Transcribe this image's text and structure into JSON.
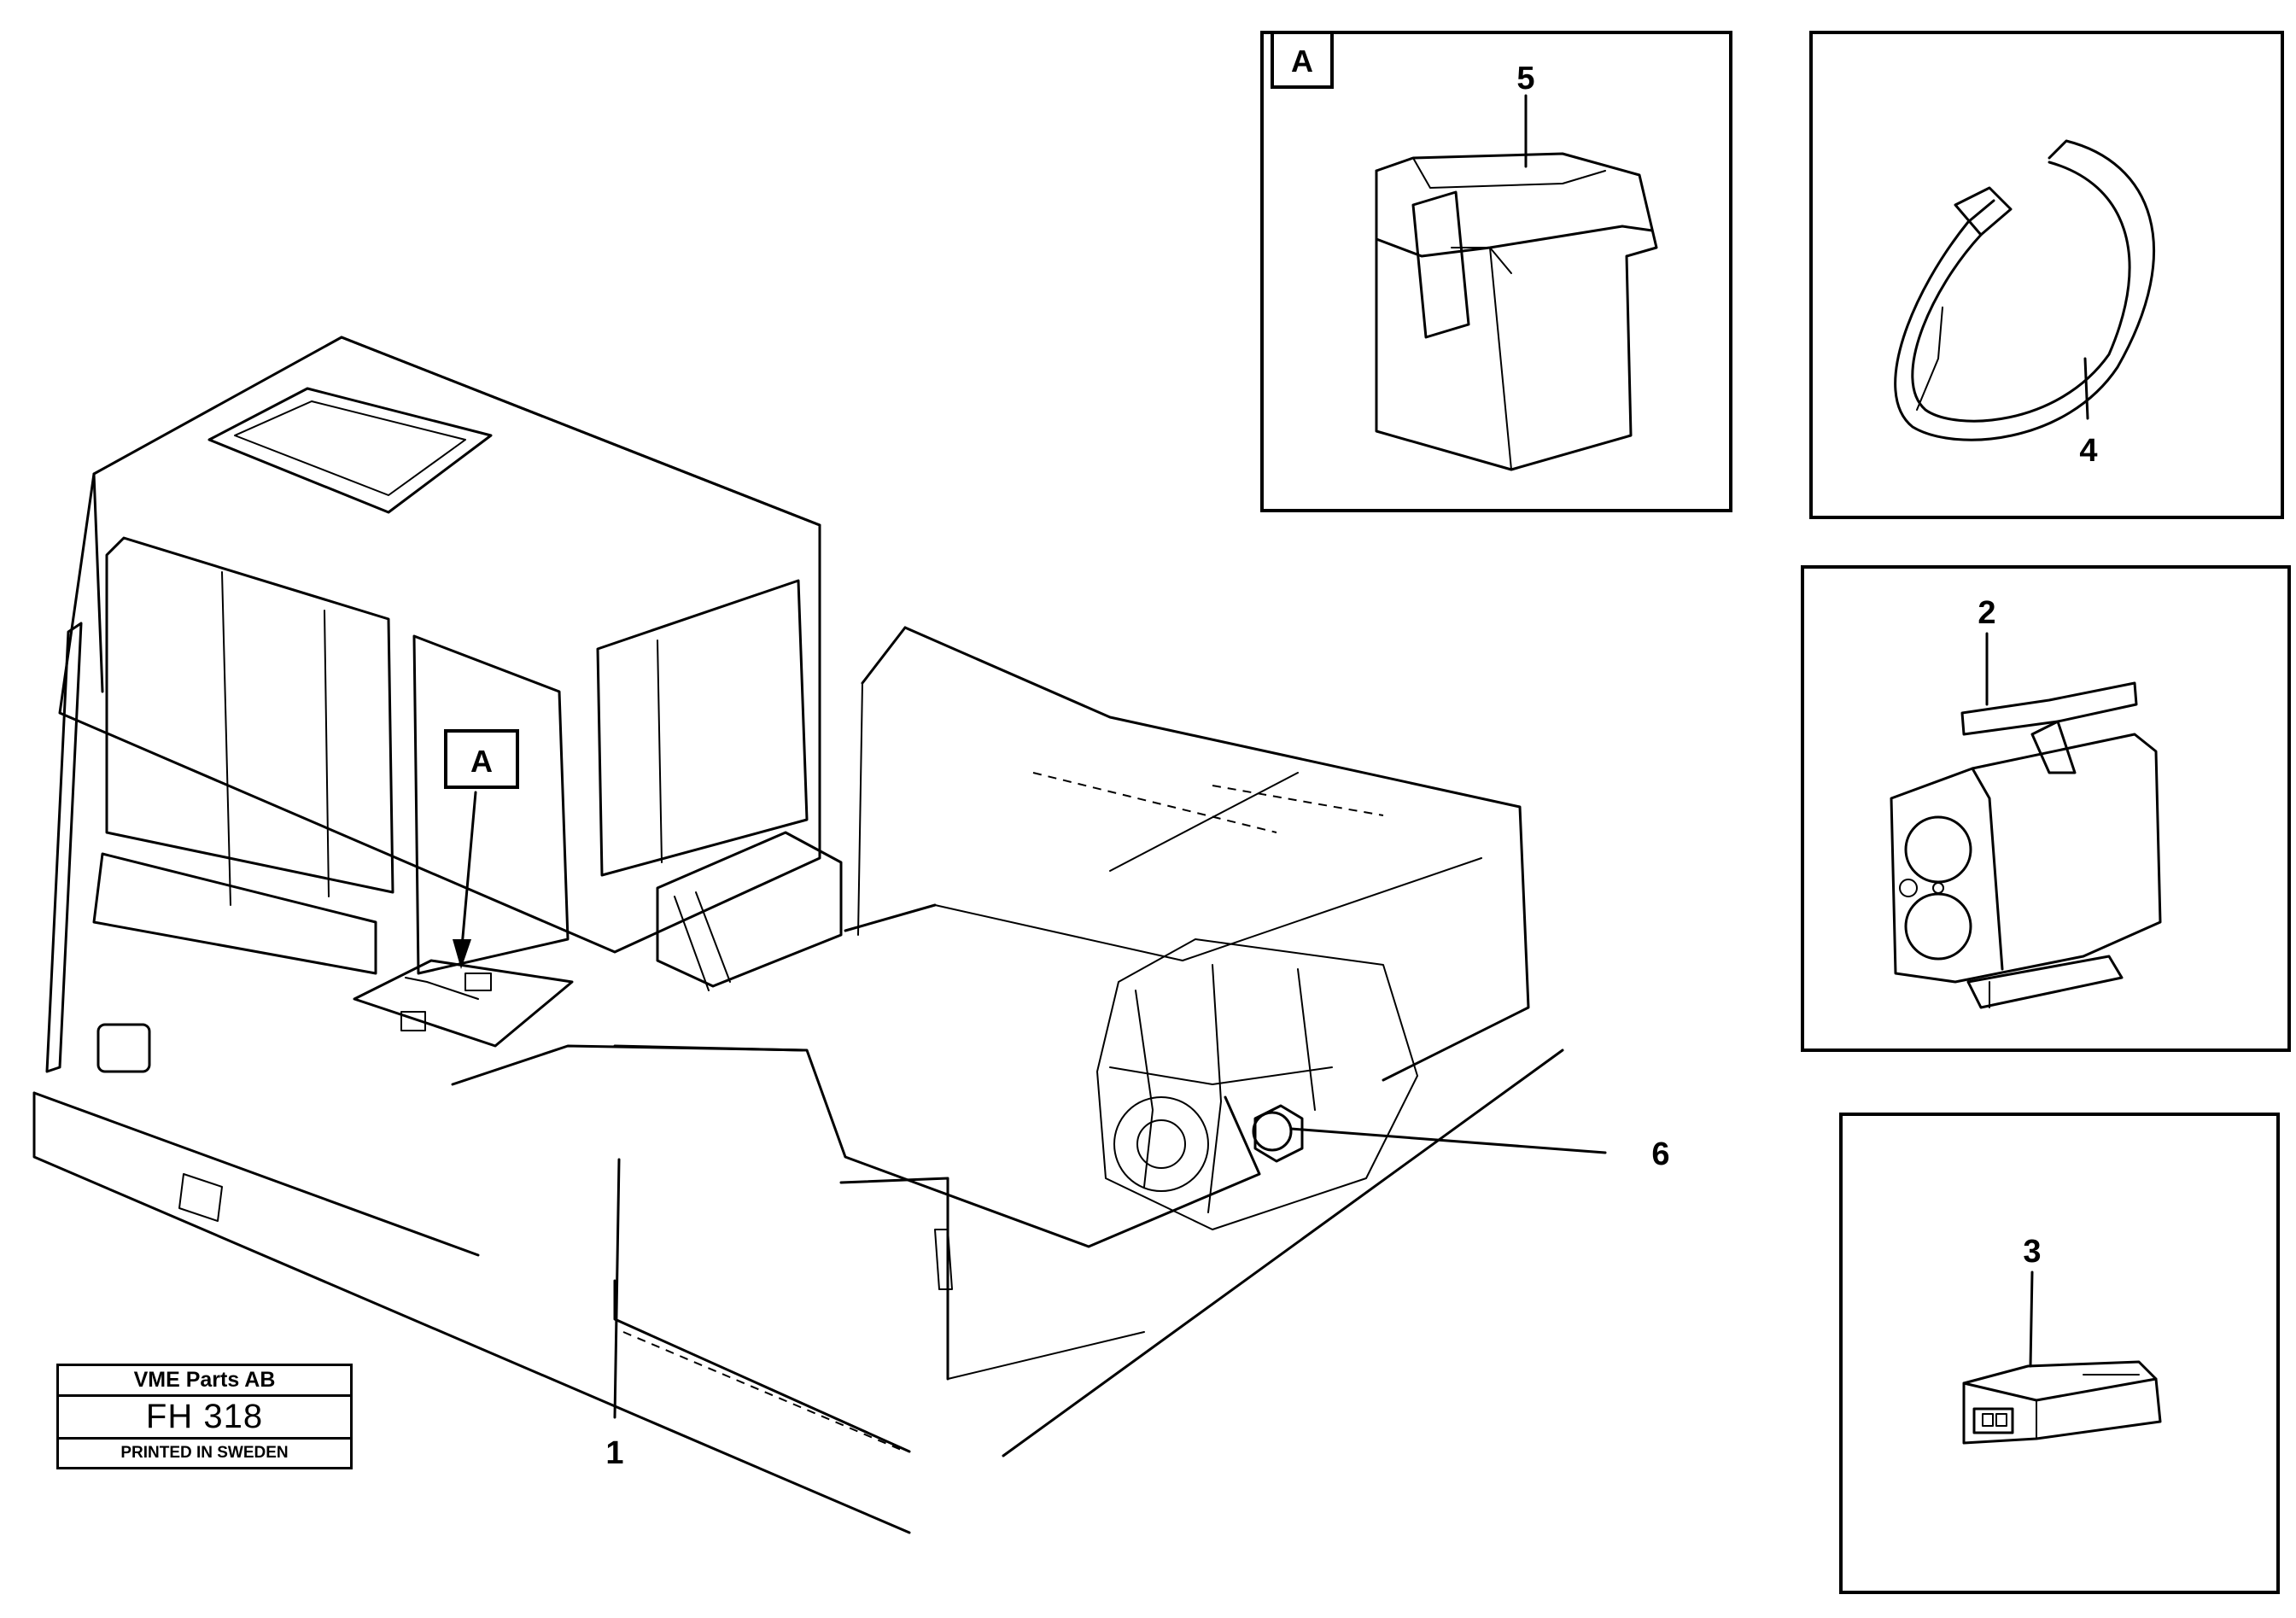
{
  "callouts": {
    "c1": "1",
    "c2": "2",
    "c3": "3",
    "c4": "4",
    "c5": "5",
    "c6": "6"
  },
  "detail_refs": {
    "main": "A",
    "inset": "A"
  },
  "title_block": {
    "company": "VME Parts AB",
    "code": "FH 318",
    "printed": "PRINTED IN SWEDEN"
  }
}
